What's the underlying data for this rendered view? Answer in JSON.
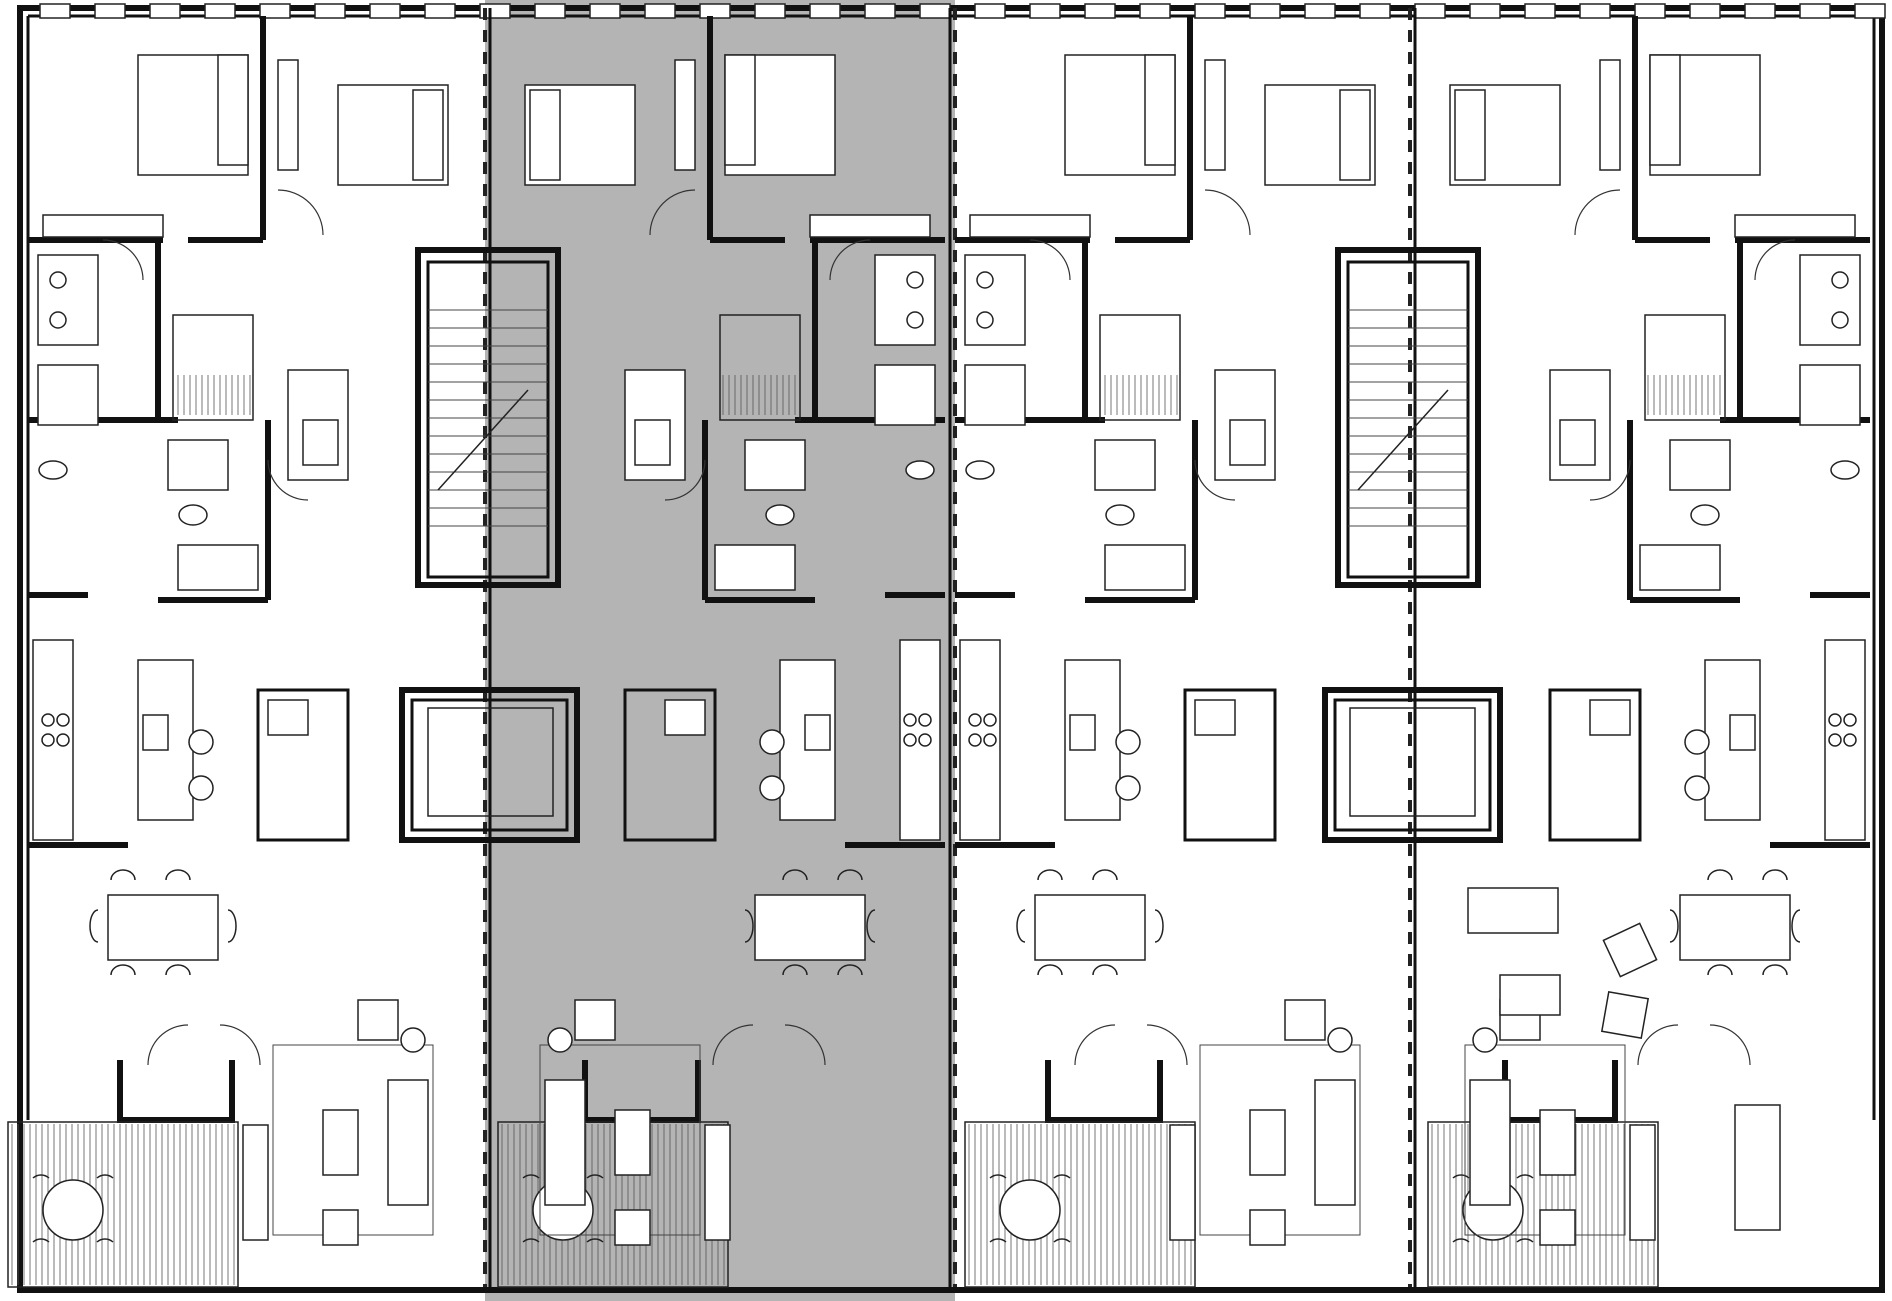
{
  "drawing": {
    "type": "architectural-floor-plan",
    "units_count": 4,
    "highlighted_unit": 2,
    "colors": {
      "background": "#ffffff",
      "ink": "#111111",
      "highlight": "#b4b4b4"
    }
  },
  "units": [
    {
      "id": "unit-1",
      "highlighted": false
    },
    {
      "id": "unit-2",
      "highlighted": true
    },
    {
      "id": "unit-3",
      "highlighted": false
    },
    {
      "id": "unit-4",
      "highlighted": false
    }
  ]
}
